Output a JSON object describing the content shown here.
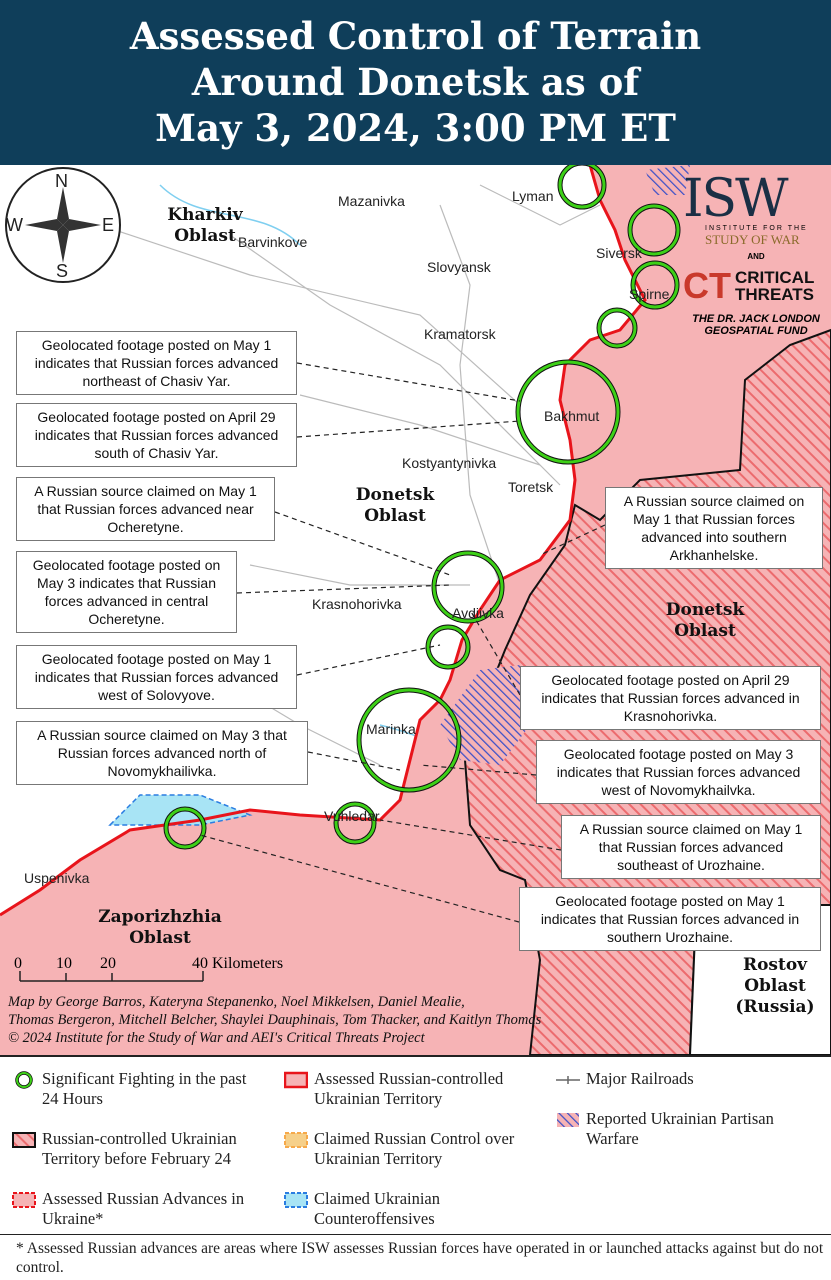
{
  "title": {
    "line1": "Assessed Control of Terrain",
    "line2": "Around Donetsk as of",
    "line3": "May 3, 2024, 3:00 PM ET"
  },
  "compass": {
    "n": "N",
    "s": "S",
    "e": "E",
    "w": "W"
  },
  "oblasts": {
    "kharkiv": "Kharkiv Oblast",
    "donetsk_west": "Donetsk Oblast",
    "donetsk_east": "Donetsk Oblast",
    "zaporizhzhia": "Zaporizhzhia Oblast",
    "rostov": "Rostov Oblast (Russia)"
  },
  "towns": {
    "mazanivka": "Mazanivka",
    "lyman": "Lyman",
    "barvinkove": "Barvinkove",
    "siversk": "Siversk",
    "slovyansk": "Slovyansk",
    "spirne": "Spirne",
    "kramatorsk": "Kramatorsk",
    "bakhmut": "Bakhmut",
    "kostyantynivka": "Kostyantynivka",
    "toretsk": "Toretsk",
    "krasnohorivka": "Krasnohorivka",
    "avdiivka": "Avdiivka",
    "marinka": "Marinka",
    "vuhledar": "Vuhledar",
    "uspenivka": "Uspenivka"
  },
  "callouts": [
    "Geolocated footage posted on May 1 indicates that Russian forces advanced northeast of Chasiv Yar.",
    "Geolocated footage posted on April 29 indicates that Russian forces advanced south of Chasiv Yar.",
    "A Russian source claimed on May 1 that Russian forces advanced near Ocheretyne.",
    "Geolocated footage posted on May 3 indicates that Russian forces advanced in central Ocheretyne.",
    "Geolocated footage posted on May 1 indicates that Russian forces advanced west of Solovyove.",
    "A Russian source claimed on May 3 that Russian forces advanced north of Novomykhailivka.",
    "A Russian source claimed on May 1 that Russian forces advanced into southern Arkhanhelske.",
    "Geolocated footage posted on April 29 indicates that Russian forces advanced in Krasnohorivka.",
    "Geolocated footage posted on May 3 indicates that Russian forces advanced west of Novomykhailvka.",
    "A Russian source claimed on May 1 that Russian forces advanced southeast of Urozhaine.",
    "Geolocated footage posted on May 1 indicates that Russian forces advanced in southern Urozhaine."
  ],
  "logo": {
    "isw": "ISW",
    "institute": "INSTITUTE FOR THE",
    "study": "STUDY OF WAR",
    "and": "AND",
    "critical": "CRITICAL",
    "threats": "THREATS",
    "fund1": "THE DR. JACK LONDON",
    "fund2": "GEOSPATIAL FUND"
  },
  "scale": {
    "t0": "0",
    "t10": "10",
    "t20": "20",
    "t40": "40 Kilometers"
  },
  "credits": {
    "line1": "Map by George Barros, Kateryna Stepanenko, Noel Mikkelsen, Daniel Mealie,",
    "line2": "Thomas Bergeron, Mitchell Belcher, Shaylei Dauphinais, Tom Thacker, and Kaitlyn Thomas",
    "line3": "© 2024 Institute for the Study of War and AEI's Critical Threats Project"
  },
  "legend": {
    "fighting": "Significant Fighting in the past 24 Hours",
    "pre_feb": "Russian-controlled Ukrainian Territory before February 24",
    "advances": "Assessed Russian Advances in Ukraine*",
    "assessed": "Assessed Russian-controlled Ukrainian Territory",
    "claimed_ru": "Claimed Russian Control over Ukrainian Territory",
    "claimed_ua": "Claimed Ukrainian Counteroffensives",
    "railroads": "Major Railroads",
    "partisan": "Reported Ukrainian Partisan Warfare"
  },
  "footnote": "* Assessed Russian advances are areas where ISW assesses Russian forces have operated in or launched attacks against but do not control.",
  "colors": {
    "title_bg": "#0f3e5a",
    "russian": "#f6b3b5",
    "frontline": "#e8141b",
    "fighting": "#3dd017",
    "hatched": "#f07f80",
    "partisan": "#3c50c8",
    "ua_counter": "#a8e4f5",
    "claimed": "#f6a94a"
  }
}
